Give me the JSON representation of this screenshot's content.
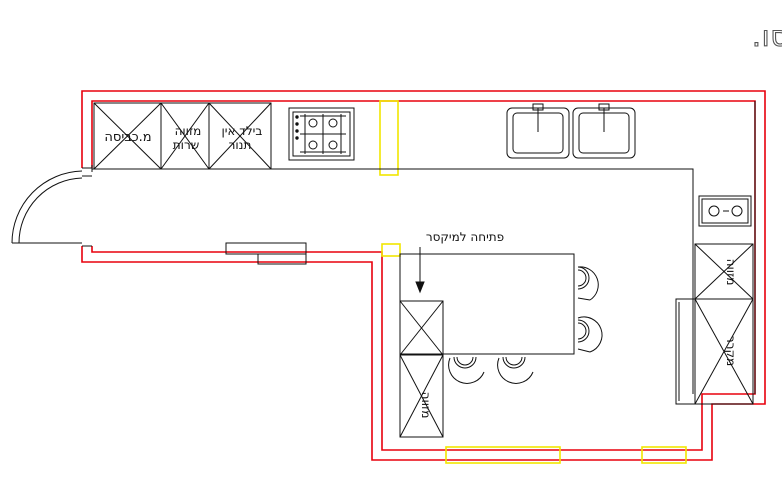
{
  "title": "לאחר תכנון -הקירות המסומנים בצהוב נהרסו.",
  "labels": {
    "washing_machine": "מ.כביסה",
    "service_ac": [
      "מזווה",
      "שרות"
    ],
    "builtin_oven": [
      "בילד אין",
      "תנור"
    ],
    "mixer_opening": "פתיחה למיקסר",
    "pantry_right": "מזווה",
    "fridge": "מקרר",
    "pantry_island": "מזווה"
  },
  "colors": {
    "original_walls": "#e8000d",
    "demolished_walls": "#f2e600",
    "lines": "#111111"
  },
  "icons": [
    "gas-cooktop-icon",
    "double-sink-icon",
    "small-cooktop-icon",
    "bar-stool-icon",
    "door-swing-icon"
  ]
}
